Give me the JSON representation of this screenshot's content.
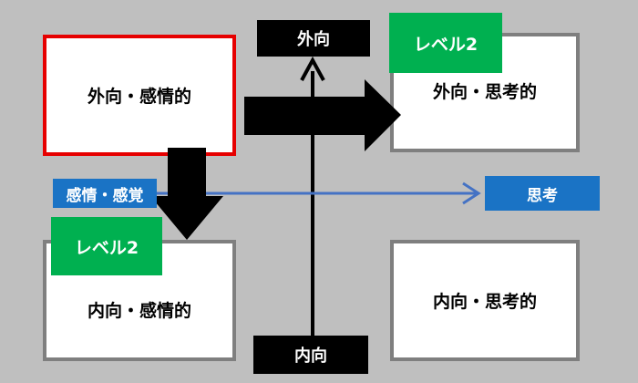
{
  "axis": {
    "top": "外向",
    "bottom": "内向",
    "left": "感情・感覚",
    "right": "思考"
  },
  "quadrants": {
    "top_left": "外向・感情的",
    "top_right": "外向・思考的",
    "bottom_left": "内向・感情的",
    "bottom_right": "内向・思考的"
  },
  "badges": {
    "top_right": "レベル2",
    "bottom_left": "レベル2"
  },
  "colors": {
    "background": "#bfbfbf",
    "box_border": "#7f7f7f",
    "highlight_border": "#e60000",
    "level_badge": "#00b050",
    "axis_tag": "#1a73c5",
    "horizontal_axis": "#4472c4"
  }
}
